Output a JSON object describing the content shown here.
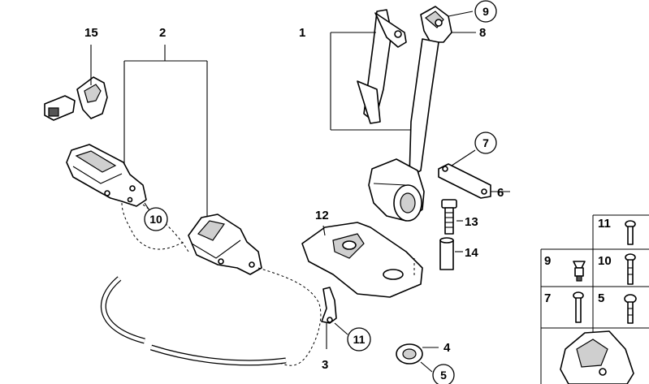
{
  "callouts": {
    "c1": "1",
    "c2": "2",
    "c3": "3",
    "c4": "4",
    "c5": "5",
    "c6": "6",
    "c7": "7",
    "c8": "8",
    "c9": "9",
    "c10": "10",
    "c11": "11",
    "c12": "12",
    "c13": "13",
    "c14": "14",
    "c15": "15"
  },
  "legend": {
    "l11": "11",
    "l9": "9",
    "l10": "10",
    "l7": "7",
    "l5": "5"
  }
}
